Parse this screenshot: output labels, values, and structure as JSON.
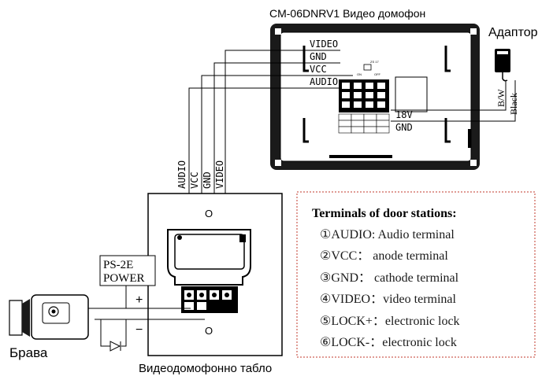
{
  "monitor": {
    "title": "CM-06DNRV1 Видео домофон",
    "wire_labels": [
      "VIDEO",
      "GND",
      "VCC",
      "AUDIO"
    ],
    "switch_on": "ON",
    "switch_off": "OFF",
    "switch_top": "ZS 17",
    "power_label": "18V",
    "gnd_label": "GND"
  },
  "adapter": {
    "title": "Адаптор",
    "wire_bw": "B/W",
    "wire_black": "Black"
  },
  "door_station": {
    "caption": "Видеодомофонно табло",
    "wire_labels": [
      "AUDIO",
      "VCC",
      "GND",
      "VIDEO"
    ],
    "power_supply_line1": "PS-2E",
    "power_supply_line2": "POWER",
    "plus": "+",
    "minus": "−",
    "screw_top": "O",
    "screw_bottom": "O"
  },
  "lock": {
    "label": "Брава"
  },
  "legend": {
    "title": "Terminals of door stations:",
    "items": [
      "①AUDIO: Audio terminal",
      "②VCC： anode terminal",
      "③GND： cathode terminal",
      "④VIDEO：video terminal",
      "⑤LOCK+：electronic lock",
      "⑥LOCK-：electronic lock"
    ]
  },
  "colors": {
    "line": "#000000",
    "legend_border": "#c0392b",
    "monitor_bezel": "#1a1a1a"
  }
}
